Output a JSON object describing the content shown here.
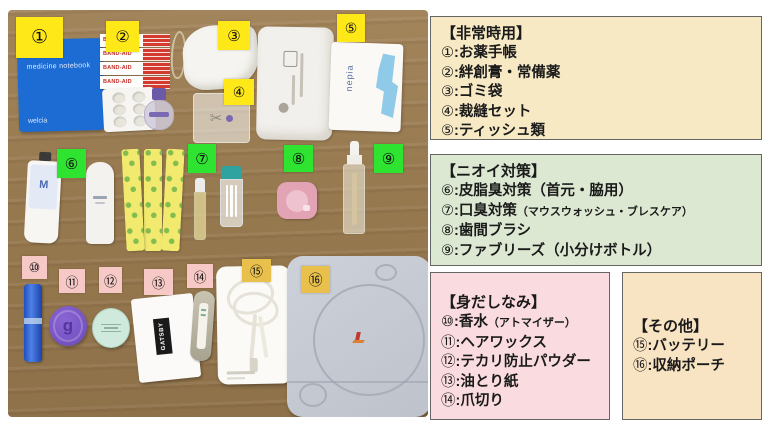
{
  "legend": {
    "colon": ":",
    "boxes": [
      {
        "title": "【非常時用】",
        "items": [
          {
            "num": "①",
            "label": "お薬手帳"
          },
          {
            "num": "②",
            "label": "絆創膏・常備薬"
          },
          {
            "num": "③",
            "label": "ゴミ袋"
          },
          {
            "num": "④",
            "label": "裁縫セット"
          },
          {
            "num": "⑤",
            "label": "ティッシュ類"
          }
        ]
      },
      {
        "title": "【ニオイ対策】",
        "items": [
          {
            "num": "⑥",
            "label": "皮脂臭対策（首元・脇用）"
          },
          {
            "num": "⑦",
            "label": "口臭対策",
            "sub": "（マウスウォッシュ・ブレスケア）"
          },
          {
            "num": "⑧",
            "label": "歯間ブラシ"
          },
          {
            "num": "⑨",
            "label": "ファブリーズ（小分けボトル）"
          }
        ]
      },
      {
        "title": "【身だしなみ】",
        "items": [
          {
            "num": "⑩",
            "label": "香水",
            "sub": "（アトマイザー）"
          },
          {
            "num": "⑪",
            "label": "ヘアワックス"
          },
          {
            "num": "⑫",
            "label": "テカリ防止パウダー"
          },
          {
            "num": "⑬",
            "label": "油とり紙"
          },
          {
            "num": "⑭",
            "label": "爪切り"
          }
        ]
      },
      {
        "title": "【その他】",
        "items": [
          {
            "num": "⑮",
            "label": "バッテリー"
          },
          {
            "num": "⑯",
            "label": "収納ポーチ"
          }
        ]
      }
    ]
  },
  "photo": {
    "marker_nums": [
      "①",
      "②",
      "③",
      "④",
      "⑤",
      "⑥",
      "⑦",
      "⑧",
      "⑨",
      "⑩",
      "⑪",
      "⑫",
      "⑬",
      "⑭",
      "⑮",
      "⑯"
    ],
    "products": {
      "notebook_title": "medicine notebook",
      "notebook_brand": "welcia",
      "bandaid_brand": "BAND-AID",
      "tissue_brand": "nepia",
      "blotting_brand": "GATSBY",
      "wax_letter": "g"
    }
  },
  "colors": {
    "box_emergency_bg": "#f6e9c4",
    "box_odor_bg": "#dce8d2",
    "box_grooming_bg": "#fadce0",
    "box_other_bg": "#f8e3c2",
    "marker_yellow": "#ffe817",
    "marker_green": "#2fe431",
    "marker_pink": "#f6c9c6",
    "marker_gold": "#e9c04b"
  }
}
